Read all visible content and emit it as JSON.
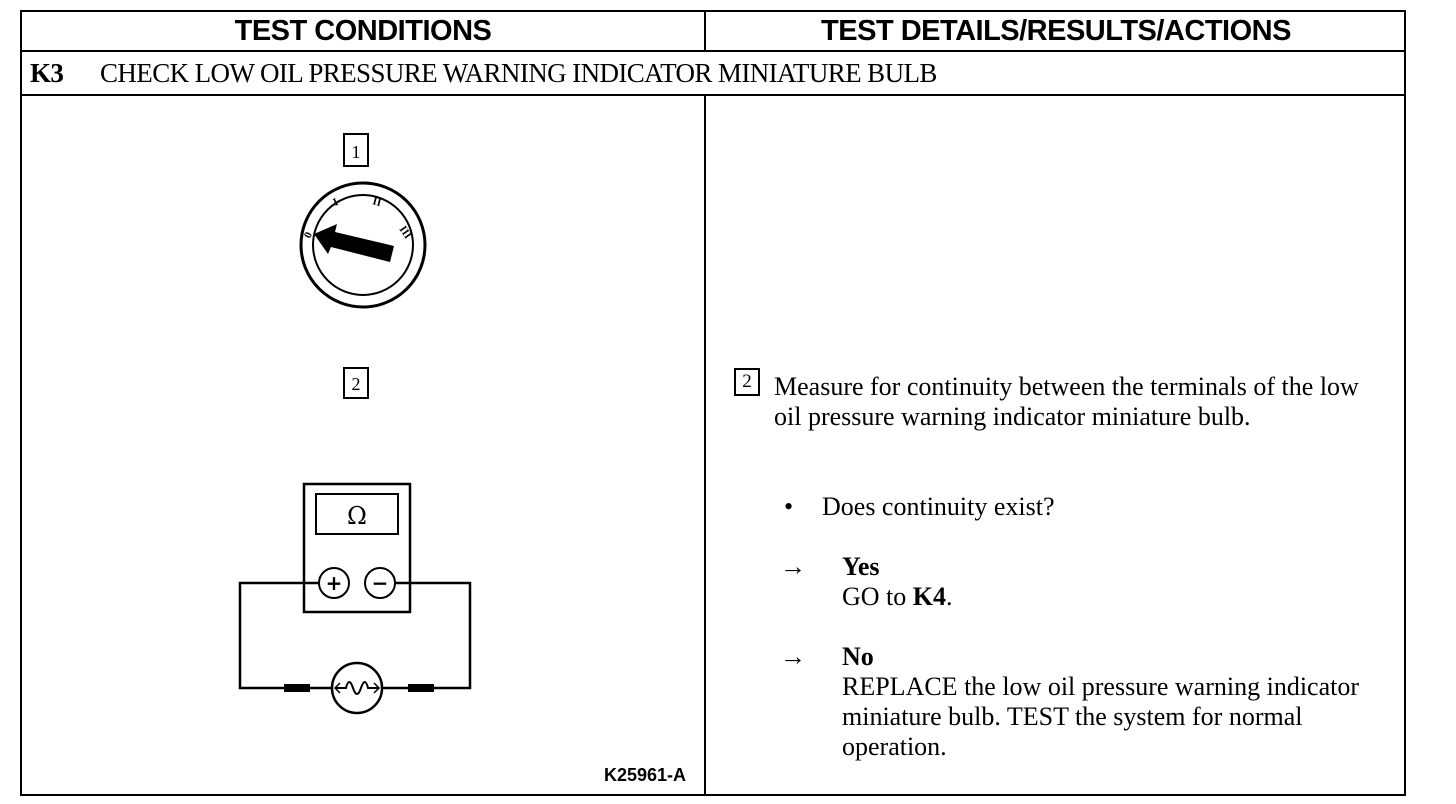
{
  "header": {
    "left": "TEST CONDITIONS",
    "right": "TEST DETAILS/RESULTS/ACTIONS"
  },
  "step": {
    "code": "K3",
    "title": "CHECK LOW OIL PRESSURE WARNING INDICATOR MINIATURE BULB"
  },
  "diagram": {
    "badge1": "1",
    "badge2": "2",
    "switch_positions": [
      "0",
      "I",
      "II",
      "III"
    ],
    "meter_symbol": "Ω",
    "plus": "+",
    "minus": "−",
    "figure_ref": "K25961-A"
  },
  "details": {
    "badge": "2",
    "instruction": "Measure for continuity between the terminals of the low oil pressure warning indicator miniature bulb.",
    "bullet": "•",
    "question": "Does continuity exist?",
    "arrow": "→",
    "yes_label": "Yes",
    "yes_action_prefix": "GO to ",
    "yes_action_target": "K4",
    "yes_action_suffix": ".",
    "no_label": "No",
    "no_action": "REPLACE the low oil pressure warning indicator miniature bulb. TEST the system for normal operation."
  }
}
